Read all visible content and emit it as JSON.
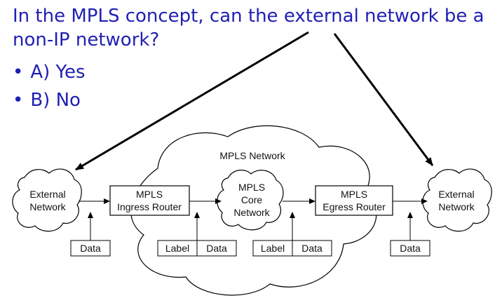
{
  "question": "In the MPLS concept, can the external network be a non-IP network?",
  "options": [
    {
      "bullet": "•",
      "label": "A) Yes"
    },
    {
      "bullet": "•",
      "label": "B) No"
    }
  ],
  "diagram": {
    "cloud_title": "MPLS Network",
    "external_left": [
      "External",
      "Network"
    ],
    "ingress": [
      "MPLS",
      "Ingress Router"
    ],
    "core": [
      "MPLS",
      "Core",
      "Network"
    ],
    "egress": [
      "MPLS",
      "Egress Router"
    ],
    "external_right": [
      "External",
      "Network"
    ],
    "packets": {
      "data_left": "Data",
      "label_1": "Label",
      "data_1": "Data",
      "label_2": "Label",
      "data_2": "Data",
      "data_right": "Data"
    }
  }
}
